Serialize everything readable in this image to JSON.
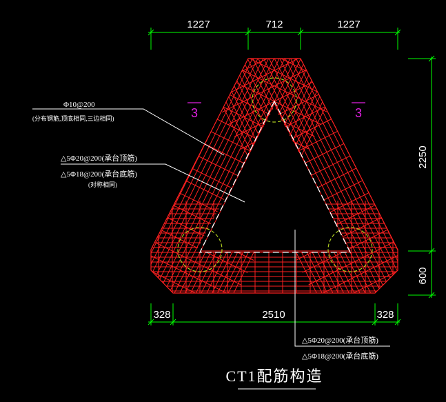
{
  "dims": {
    "top_left": "1227",
    "top_mid": "712",
    "top_right": "1227",
    "bottom_left": "328",
    "bottom_mid": "2510",
    "bottom_right": "328",
    "right_upper": "2250",
    "right_lower": "600"
  },
  "section_marks": {
    "left": "3",
    "right": "3"
  },
  "notes": {
    "a_line1": "Φ10@200",
    "a_line2": "(分布钢筋,顶底相同,三边相同)",
    "b_line1": "△5Φ20@200(承台顶筋)",
    "b_line2": "△5Φ18@200(承台底筋)",
    "b_line3": "(对称相同)",
    "c_line1": "△5Φ20@200(承台顶筋)",
    "c_line2": "△5Φ18@200(承台底筋)"
  },
  "title": "CT1配筋构造",
  "colors": {
    "background": "#000000",
    "outline": "#ff2020",
    "rebar": "#ff2020",
    "dimension": "#00ff00",
    "pile": "#b0d020",
    "section": "#e020e0",
    "text": "#ffffff"
  }
}
